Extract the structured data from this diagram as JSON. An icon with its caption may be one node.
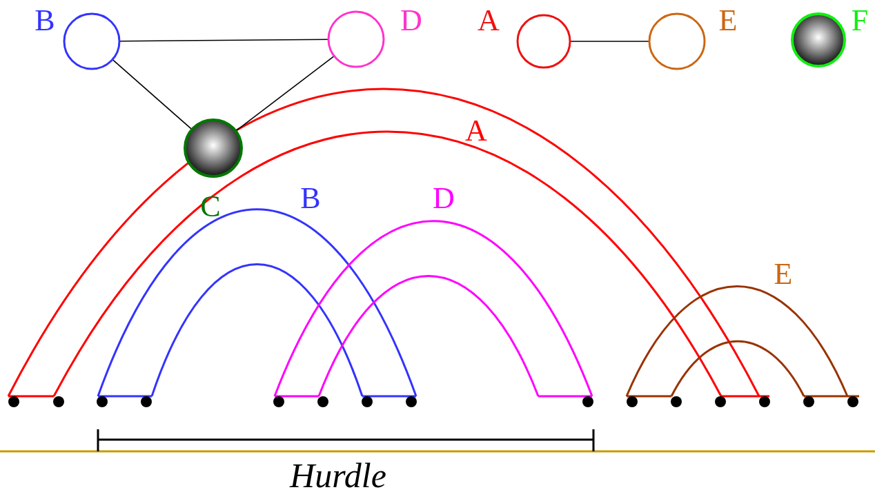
{
  "diagram": {
    "nodes": [
      {
        "text": [
          "B"
        ]
      },
      {
        "text": [
          "D"
        ]
      },
      {
        "text": [
          "C"
        ]
      },
      {
        "text": [
          "A"
        ]
      },
      {
        "text": [
          "E"
        ]
      },
      {
        "text": [
          "F"
        ]
      }
    ],
    "edges": [
      {
        "from": 0,
        "to": 1,
        "arrow": "none"
      },
      {
        "from": 0,
        "to": 2,
        "arrow": "none"
      },
      {
        "from": 1,
        "to": 2,
        "arrow": "none"
      },
      {
        "from": 3,
        "to": 4,
        "arrow": "none"
      }
    ],
    "labels": [
      "A",
      "B",
      "D",
      "E",
      "Hurdle"
    ]
  }
}
